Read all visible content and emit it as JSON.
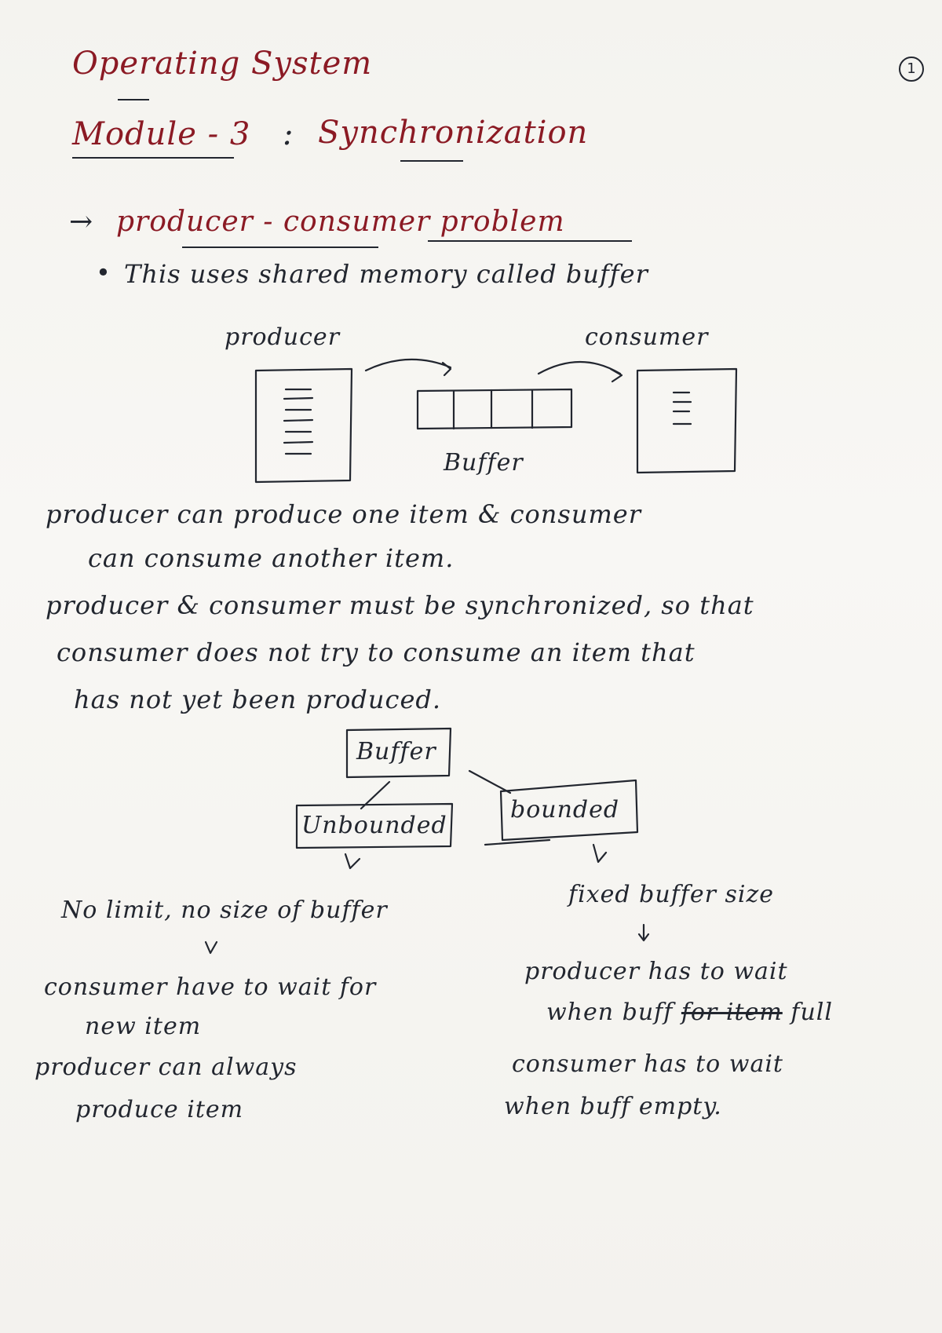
{
  "page_number": "1",
  "title": "Operating System",
  "module": {
    "label": "Module - 3",
    "separator": ":",
    "topic": "Synchronization"
  },
  "section": {
    "arrow": "→",
    "heading": "producer - consumer problem",
    "bullet_1": "This uses shared memory called buffer"
  },
  "diagram_1": {
    "producer_label": "producer",
    "consumer_label": "consumer",
    "buffer_label": "Buffer"
  },
  "notes": {
    "line_1": "producer can produce one item & consumer",
    "line_2": "can consume another item.",
    "line_3": "producer & consumer must be synchronized, so that",
    "line_4": "consumer does not try to consume an item that",
    "line_5": "has not yet been produced."
  },
  "diagram_2": {
    "root": "Buffer",
    "left": "Unbounded",
    "right": "bounded"
  },
  "unbounded": {
    "point_1": "No limit, no size of buffer",
    "point_2a": "consumer have to wait for",
    "point_2b": "new item",
    "point_3a": "producer can always",
    "point_3b": "produce item"
  },
  "bounded": {
    "point_1": "fixed buffer size",
    "point_2a": "producer has to wait",
    "point_2b_start": "when buff",
    "point_2b_struck": "for item",
    "point_2b_end": "full",
    "point_3a": "consumer has to wait",
    "point_3b": "when buff empty."
  }
}
